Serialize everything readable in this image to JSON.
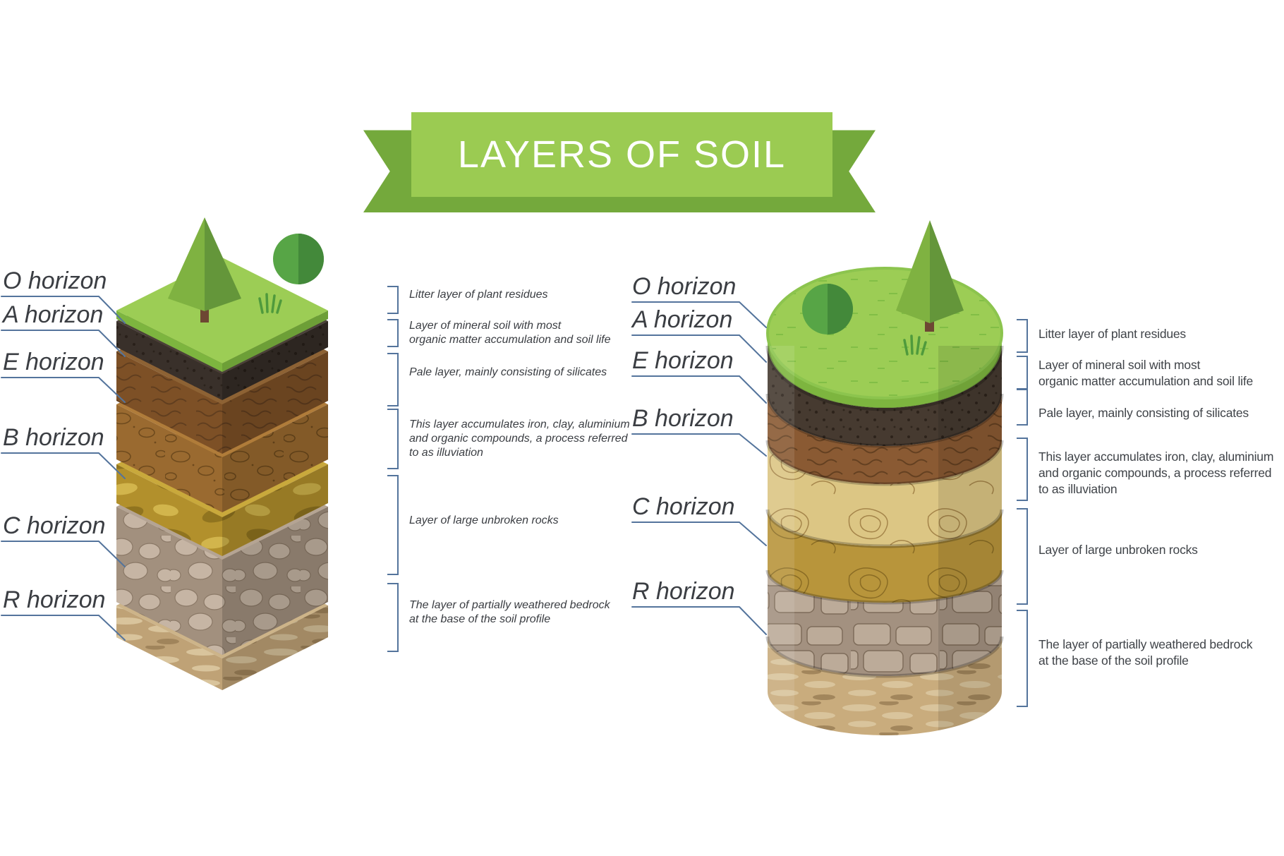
{
  "title": "LAYERS OF SOIL",
  "colors": {
    "ribbon_light": "#9bcb52",
    "ribbon_dark": "#74a93c",
    "connector_line": "#54749c",
    "label_text": "#3b3e43",
    "description_text": "#3f4348",
    "grass_top": "#9ccd55",
    "o_horizon": "#39302a",
    "a_horizon": "#7d5026",
    "e_horizon": "#9a6a30",
    "b_horizon": "#b2902c",
    "c_horizon": "#a2907e",
    "r_horizon": "#bfa276"
  },
  "left_diagram": {
    "labels": [
      "O horizon",
      "A horizon",
      "E horizon",
      "B horizon",
      "C horizon",
      "R horizon"
    ],
    "descriptions": [
      {
        "lines": [
          "Litter layer of plant residues"
        ]
      },
      {
        "lines": [
          "Layer of mineral soil with most",
          "organic matter accumulation and soil life"
        ]
      },
      {
        "lines": [
          "Pale layer, mainly consisting of silicates"
        ]
      },
      {
        "lines": [
          "This layer accumulates iron, clay, aluminium",
          "and organic compounds, a process referred",
          "to as illuviation"
        ]
      },
      {
        "lines": [
          "Layer of large unbroken rocks"
        ]
      },
      {
        "lines": [
          "The layer of partially weathered bedrock",
          "at the base of the soil profile"
        ]
      }
    ]
  },
  "right_diagram": {
    "labels": [
      "O horizon",
      "A horizon",
      "E horizon",
      "B horizon",
      "C horizon",
      "R horizon"
    ],
    "descriptions": [
      {
        "lines": [
          "Litter layer of plant residues"
        ]
      },
      {
        "lines": [
          "Layer of mineral soil with most",
          "organic matter accumulation and soil life"
        ]
      },
      {
        "lines": [
          "Pale layer, mainly consisting of silicates"
        ]
      },
      {
        "lines": [
          "This layer accumulates iron, clay, aluminium",
          "and organic compounds, a process referred",
          "to as illuviation"
        ]
      },
      {
        "lines": [
          "Layer of large unbroken rocks"
        ]
      },
      {
        "lines": [
          "The layer of partially weathered bedrock",
          "at the base of the soil profile"
        ]
      }
    ]
  }
}
